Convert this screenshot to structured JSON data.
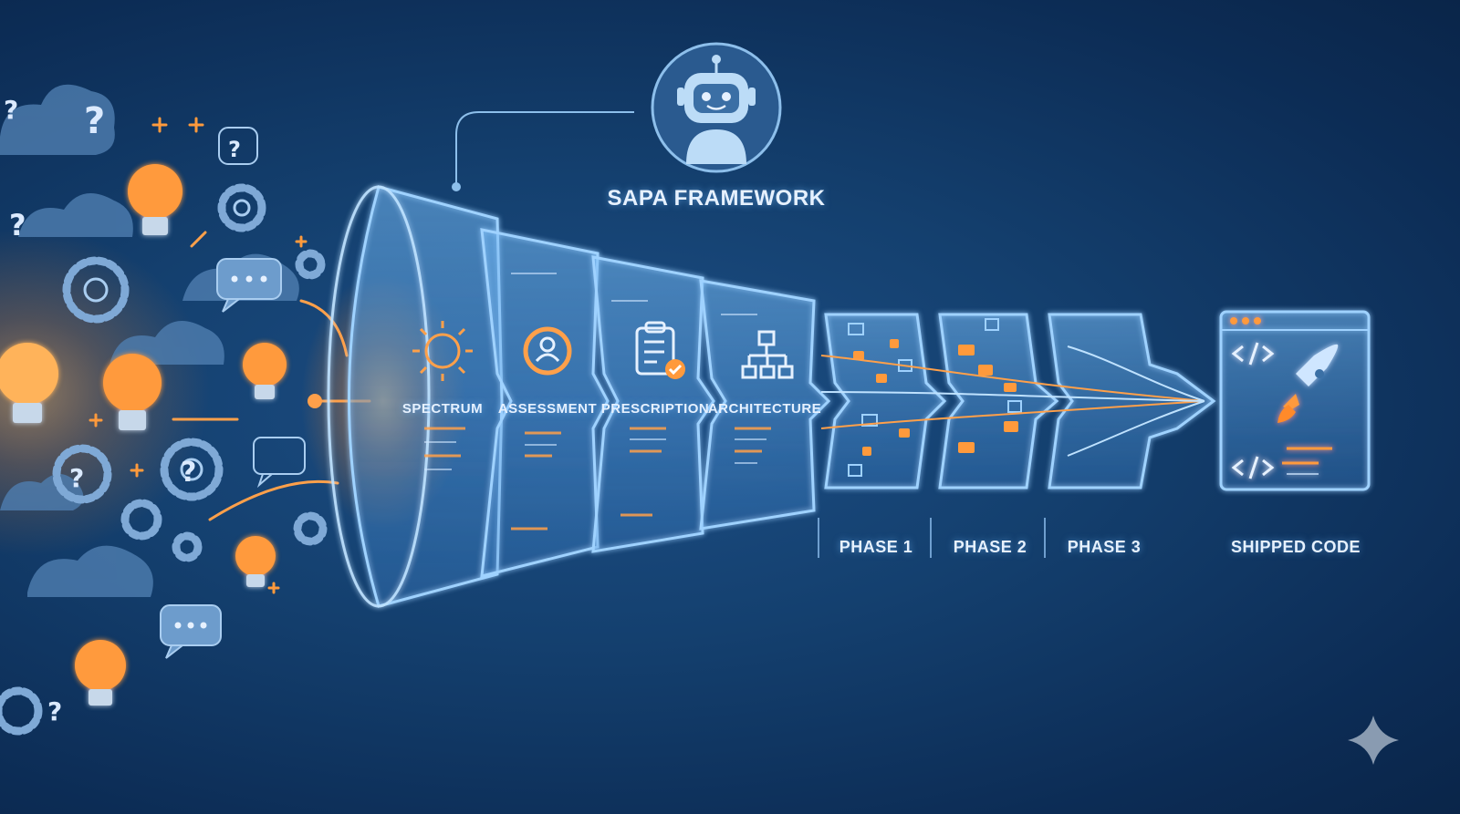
{
  "framework": {
    "title": "SAPA FRAMEWORK",
    "mascot_icon": "robot-icon"
  },
  "funnel": {
    "stages": [
      {
        "label": "SPECTRUM",
        "icon": "hub-icon"
      },
      {
        "label": "ASSESSMENT",
        "icon": "user-target-icon"
      },
      {
        "label": "PRESCRIPTION",
        "icon": "clipboard-check-icon"
      },
      {
        "label": "ARCHITECTURE",
        "icon": "hierarchy-icon"
      }
    ]
  },
  "phases": [
    {
      "label": "PHASE 1"
    },
    {
      "label": "PHASE 2"
    },
    {
      "label": "PHASE 3"
    }
  ],
  "output": {
    "label": "SHIPPED CODE",
    "icons": [
      "code-icon",
      "rocket-icon"
    ]
  },
  "ideas_cloud_icons": [
    "lightbulb-icon",
    "question-mark-icon",
    "gear-icon",
    "cloud-icon",
    "chat-bubble-icon"
  ],
  "colors": {
    "accent_orange": "#ff9a3c",
    "glow_blue": "#7fc4ff",
    "bg_dark": "#0c2c55"
  }
}
